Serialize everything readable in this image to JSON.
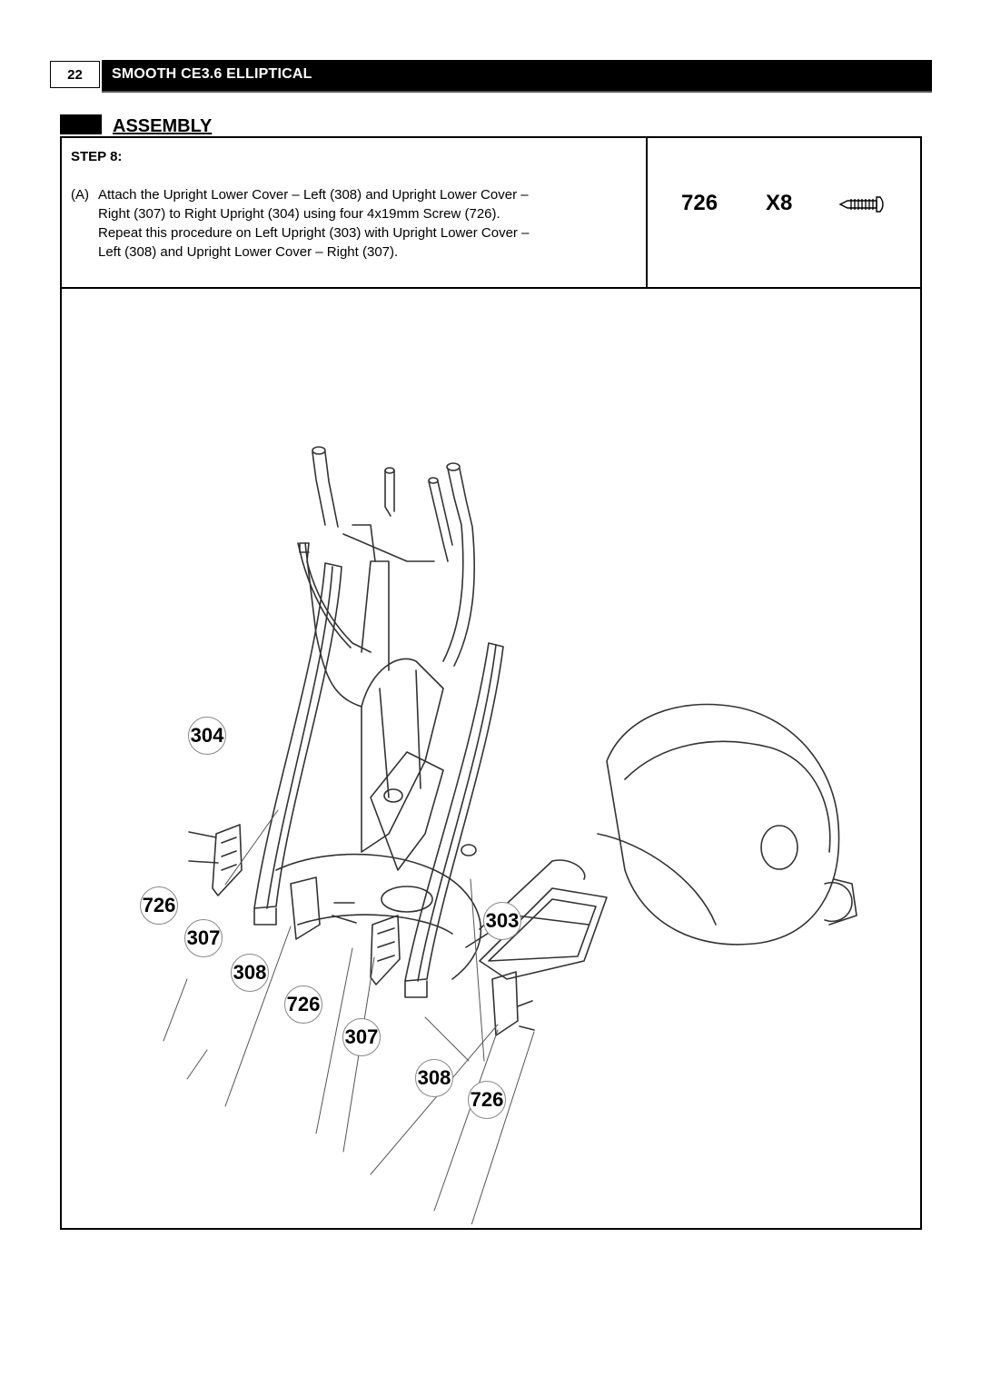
{
  "header": {
    "page_number": "22",
    "title": "SMOOTH CE3.6 ELLIPTICAL"
  },
  "section": {
    "title": "ASSEMBLY"
  },
  "step": {
    "label": "STEP 8:",
    "item_tag": "(A)",
    "line1": "Attach the Upright Lower Cover – Left (308) and Upright Lower Cover –",
    "line2": "Right (307) to Right Upright (304) using four 4x19mm Screw (726).",
    "line3": "Repeat this procedure on Left Upright (303) with Upright Lower Cover –",
    "line4": "Left (308) and Upright Lower Cover – Right (307)."
  },
  "hardware": {
    "part_code": "726",
    "quantity": "X8",
    "icon": "screw-icon"
  },
  "callouts": [
    "304",
    "726",
    "307",
    "308",
    "726",
    "307",
    "308",
    "726",
    "303"
  ]
}
